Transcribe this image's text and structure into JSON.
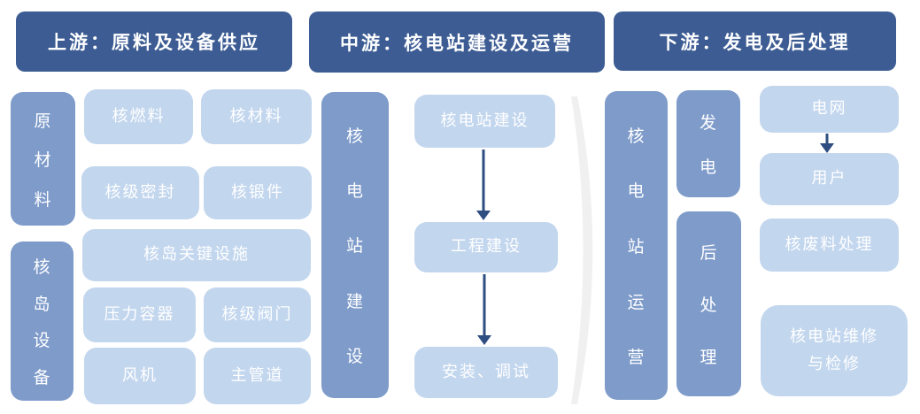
{
  "colors": {
    "header_bg": "#3c5c93",
    "bar_bg": "#7e9bca",
    "box_bg": "#c2d6ee",
    "arrow": "#2e4d80",
    "chevron": "#f0f0f0",
    "text": "#ffffff"
  },
  "headers": {
    "upstream": "上游：原料及设备供应",
    "midstream": "中游：核电站建设及运营",
    "downstream": "下游：发电及后处理"
  },
  "upstream": {
    "groups": [
      {
        "bar": "原材料",
        "boxes": [
          "核燃料",
          "核材料",
          "核级密封",
          "核锻件"
        ]
      },
      {
        "bar": "核岛设备",
        "boxes": [
          "核岛关键设施",
          "压力容器",
          "核级阀门",
          "风机",
          "主管道"
        ]
      }
    ]
  },
  "midstream": {
    "bar": "核电站建设",
    "flow": [
      "核电站建设",
      "工程建设",
      "安装、调试"
    ]
  },
  "downstream": {
    "bar": "核电站运营",
    "sub_bars": [
      "发电",
      "后处理"
    ],
    "flow": [
      "电网",
      "用户"
    ],
    "boxes": [
      "核废料处理",
      "核电站维修\n与检修"
    ]
  }
}
